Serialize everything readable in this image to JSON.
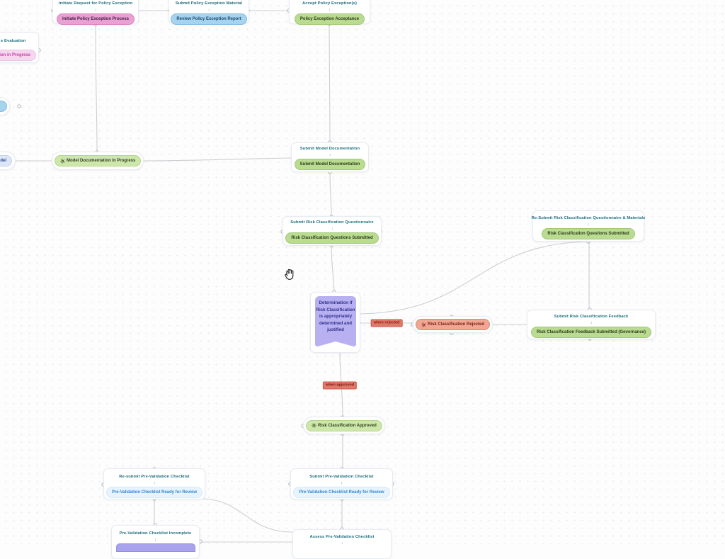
{
  "ui": {
    "arrow": "↓",
    "cursor": "open-hand"
  },
  "nodes": {
    "policy_eval": {
      "header_fragment": "e Evaluation",
      "pill_fragment": "tion in Progress"
    },
    "initiate_policy": {
      "header": "Initiate Request for Policy Exception",
      "pill": "Initiate Policy Exception Process"
    },
    "review_policy": {
      "header": "Submit Policy Exception Material",
      "pill": "Review Policy Exception Report"
    },
    "policy_acceptance": {
      "header": "Accept Policy Exception(s)",
      "pill": "Policy Exception Acceptance"
    },
    "model_partial": {
      "pill_fragment": "odel"
    },
    "model_doc_progress": {
      "pill": "Model Documentation In Progress"
    },
    "submit_model_doc": {
      "header": "Submit Model Documentation",
      "pill": "Submit Model Documentation"
    },
    "submit_risk_q": {
      "header": "Submit Risk Classification Questionnaire",
      "pill": "Risk Classification Questions Submitted"
    },
    "resubmit_risk_q": {
      "header": "Re-Submit Risk Classification Questionnaire & Materials",
      "pill": "Risk Classification Questions Submitted"
    },
    "determination": {
      "text": "Determination if Risk Classification is appropriately determined and justified"
    },
    "risk_rejected": {
      "pill": "Risk Classification Rejected"
    },
    "risk_feedback": {
      "header": "Submit Risk Classification Feedback",
      "pill": "Risk Classification Feedback Submitted (Governance)"
    },
    "risk_approved": {
      "pill": "Risk Classification Approved"
    },
    "resubmit_preval": {
      "header": "Re-submit Pre-Validation Checklist",
      "pill": "Pre-Validation Checklist Ready for Review"
    },
    "submit_preval": {
      "header": "Submit Pre-Validation Checklist",
      "pill": "Pre-Validation Checklist Ready for Review"
    },
    "preval_incomplete": {
      "header": "Pre-Validation Checklist Incomplete"
    },
    "assess_preval": {
      "header": "Assess Pre-Validation Checklist"
    }
  },
  "labels": {
    "rejected": "when rejected",
    "approved": "when approved"
  },
  "colors": {
    "header_text": "#1e6e80",
    "edge": "#cdced3",
    "pink_pill": "#e9a1d4",
    "pink_light_pill": "#f6d7ef",
    "blue_pill": "#a6d3ee",
    "green_pill": "#b9dc90",
    "green_light_pill": "#cde7ab",
    "salmon_pill": "#f1a694",
    "purple_shape": "#b7b1f2",
    "lightblue_pill": "#e8f4fd",
    "lightblue_text": "#2e86d1",
    "edge_label_bg": "#e0796b",
    "incomplete_pill": "#a9a2ec",
    "reject_dot": "#b3261e",
    "approve_dot": "#52b04a"
  }
}
